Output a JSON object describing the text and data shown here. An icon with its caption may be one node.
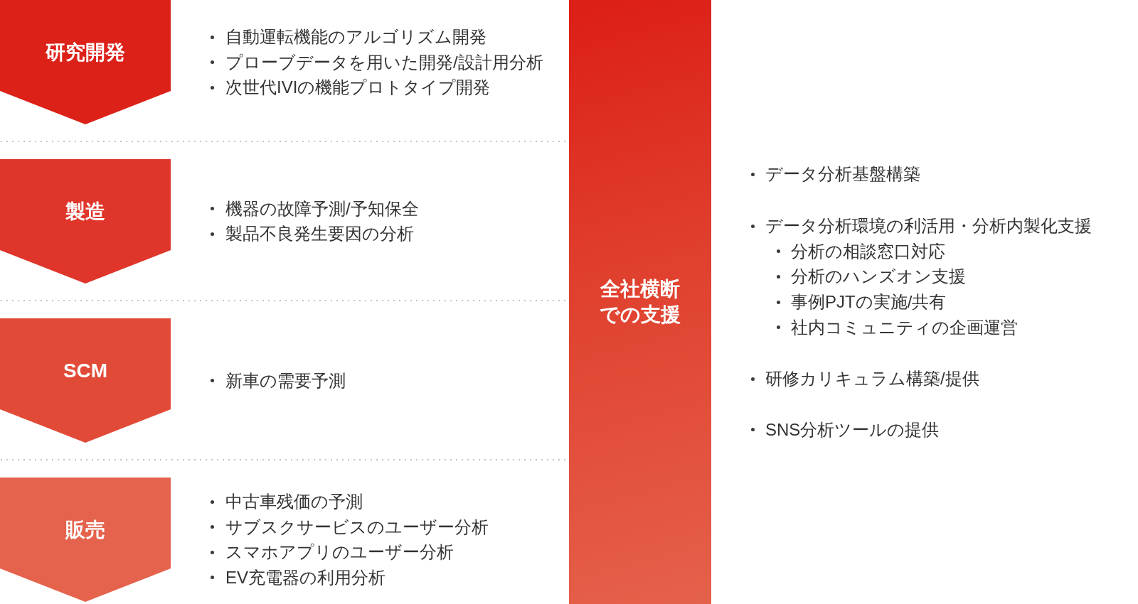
{
  "diagram": {
    "nodes": [
      {
        "text": [
          "研究開発"
        ],
        "beside": [
          "自動運転機能のアルゴリズム開発",
          "プローブデータを用いた開発/設計用分析",
          "次世代IVIの機能プロトタイプ開発"
        ]
      },
      {
        "text": [
          "製造"
        ],
        "beside": [
          "機器の故障予測/予知保全",
          "製品不良発生要因の分析"
        ]
      },
      {
        "text": [
          "SCM"
        ],
        "beside": [
          "新車の需要予測"
        ]
      },
      {
        "text": [
          "販売"
        ],
        "beside": [
          "中古車残価の予測",
          "サブスクサービスのユーザー分析",
          "スマホアプリのユーザー分析",
          "EV充電器の利用分析"
        ]
      },
      {
        "text": [
          "全社横断での支援"
        ],
        "beside": [
          "データ分析基盤構築",
          "データ分析環境の利活用・分析内製化支援",
          "分析の相談窓口対応",
          "分析のハンズオン支援",
          "事例PJTの実施/共有",
          "社内コミュニティの企画運営",
          "研修カリキュラム構築/提供",
          "SNS分析ツールの提供"
        ]
      }
    ]
  }
}
